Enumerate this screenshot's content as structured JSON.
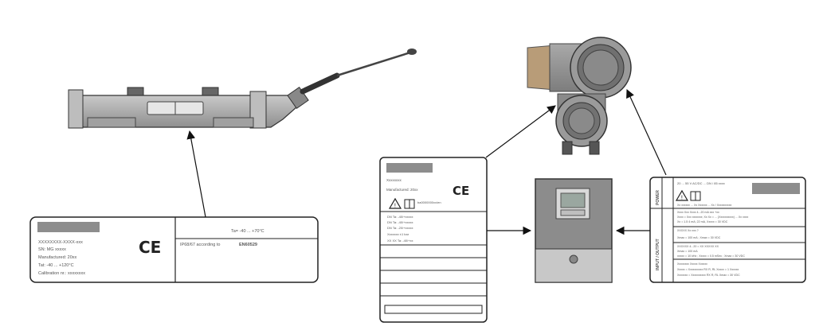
{
  "labels": {
    "sensor_plate": {
      "line1": "XXXXXXXX-XXXX-xxx",
      "line2": "SN: MG xxxxx",
      "line3": "Manufactured: 20xx",
      "line4": "Tat: -40 ... +120°C",
      "line5": "Calibration nr.: xxxxxxxx",
      "right_line1": "Ta= -40 ... +70°C",
      "right_line2": "IP68/67 according to",
      "right_line2b": "EN60529",
      "ce_mark": "CE"
    },
    "left_tag": {
      "line1": "Xxxxxxxx",
      "line2": "Manufactured: 20xx",
      "warn_text": "ba0000000xx/en",
      "row1": "DN Ta: -40/+xxxxx",
      "row2": "DN Ta: -40/+xxxxx",
      "row3": "DN Ta: -20/+xxxxx",
      "row4": "Xxxxxxx ±1 bar",
      "row5": "XX XX  Ta:  -40/+xx",
      "ce_mark": "CE"
    },
    "right_tag": {
      "power_head": "POWER",
      "power_text1": "20 ... 55 V AC/DC  ...  DN / 85 xxxx",
      "power_text2": "Xx xxxxxx ... Xx Xxxxxx ... Xx / Xxxxxxxxxx",
      "in_out_head": "INPUT / OUTPUT",
      "io_line1": "Xxxx Xxx Xxxx 4...20 mA xxx +xx",
      "io_line2": "Xxxx = Xxx xxxxxxx; Xx Xx = ... (Xxxxxxxxxx) ... Xx xxxx",
      "io_line3": "Xx = 1.5  4 mA; 22 mA,  Xxxxx = 30 VDC",
      "io_line4": "XXXXX Xx xxx.?",
      "io_line5": "Xmax = 100 mA  ;  Xmax = 30 VDC",
      "io_line6": "XXXXXX 4...20 = XX XXXXX XX",
      "io_line7": "Xmax = 100 mA",
      "io_line8": "xxxxx = 10 kHz ; Xxxxx = 0.5 mSec ; Xmax = 30 VDC",
      "io_line9": "Xxxxxxxx Xxxxx Xxxxxx",
      "io_line10": "Xxxxx = Xxxxxxxxxx RX R, RL  Xxxxx = 1 Xxxxxx",
      "io_line11": "Xxxxxxx = Xxxxxxxxxx RX R, RL  Xmax = 30 VDC"
    }
  }
}
